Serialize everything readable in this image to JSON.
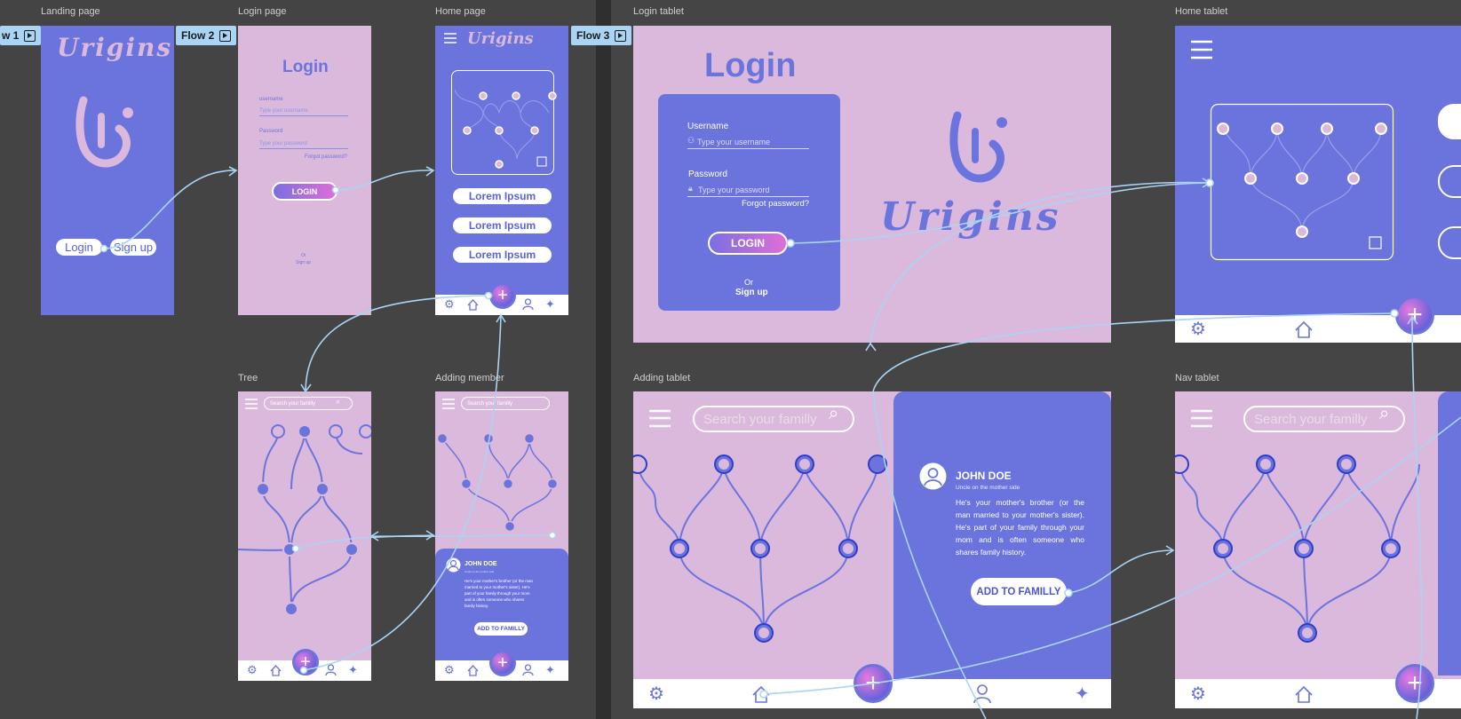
{
  "frames": {
    "landing": "Landing page",
    "login": "Login page",
    "home": "Home page",
    "tree": "Tree",
    "adding": "Adding member",
    "login_tablet": "Login tablet",
    "home_tablet": "Home tablet",
    "adding_tablet": "Adding tablet",
    "nav_tablet": "Nav tablet"
  },
  "flows": {
    "flow1": "w 1",
    "flow2": "Flow 2",
    "flow3": "Flow 3"
  },
  "brand": {
    "logo_text": "Urigins"
  },
  "landing": {
    "login_btn": "Login",
    "signup_btn": "Sign up"
  },
  "login": {
    "title": "Login",
    "username_label": "username",
    "username_placeholder": "Type your username",
    "password_label": "Password",
    "password_placeholder": "Type your password",
    "forgot": "Forgot password?",
    "login_btn": "LOGIN",
    "or": "Or",
    "signup": "Sign up"
  },
  "login_tablet": {
    "title": "Login",
    "username_label": "Username",
    "username_placeholder": "Type your username",
    "password_label": "Password",
    "password_placeholder": "Type your password",
    "forgot": "Forgot password?",
    "login_btn": "LOGIN",
    "or": "Or",
    "signup": "Sign up"
  },
  "home": {
    "buttons": [
      "Lorem Ipsum",
      "Lorem Ipsum",
      "Lorem Ipsum"
    ]
  },
  "search": {
    "placeholder": "Search your familly"
  },
  "member": {
    "name": "JOHN DOE",
    "relation": "Uncle on the mother side",
    "description": "He's your mother's brother (or the man married to your mother's sister). He's part of your family through your mom and is often someone who shares family history.",
    "add_btn": "ADD TO FAMILLY"
  },
  "icons": [
    "gear-icon",
    "home-icon",
    "person-icon",
    "sparkle-icon",
    "plus-icon",
    "menu-icon",
    "search-icon",
    "lock-icon",
    "user-icon",
    "expand-icon"
  ],
  "colors": {
    "lilac": "#dbb9dc",
    "blue": "#6b74dd",
    "canvas": "#444444",
    "connector": "#a9d4f4"
  }
}
